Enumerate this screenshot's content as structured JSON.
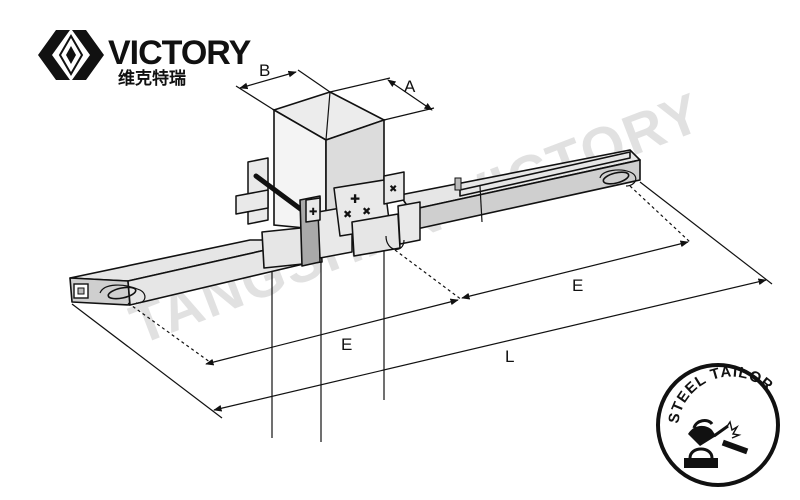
{
  "logo": {
    "brand_name": "VICTORY",
    "brand_cn": "维克特瑞"
  },
  "dimensions": {
    "a": "A",
    "b": "B",
    "e_right": "E",
    "e_left": "E",
    "l": "L"
  },
  "watermark": {
    "text": "TANGSHAN VICTORY"
  },
  "badge": {
    "text": "STEEL TAILOR"
  },
  "colors": {
    "ink": "#111111",
    "beam_fill": "#e6e6e6",
    "watermark": "#c9c9c9"
  }
}
